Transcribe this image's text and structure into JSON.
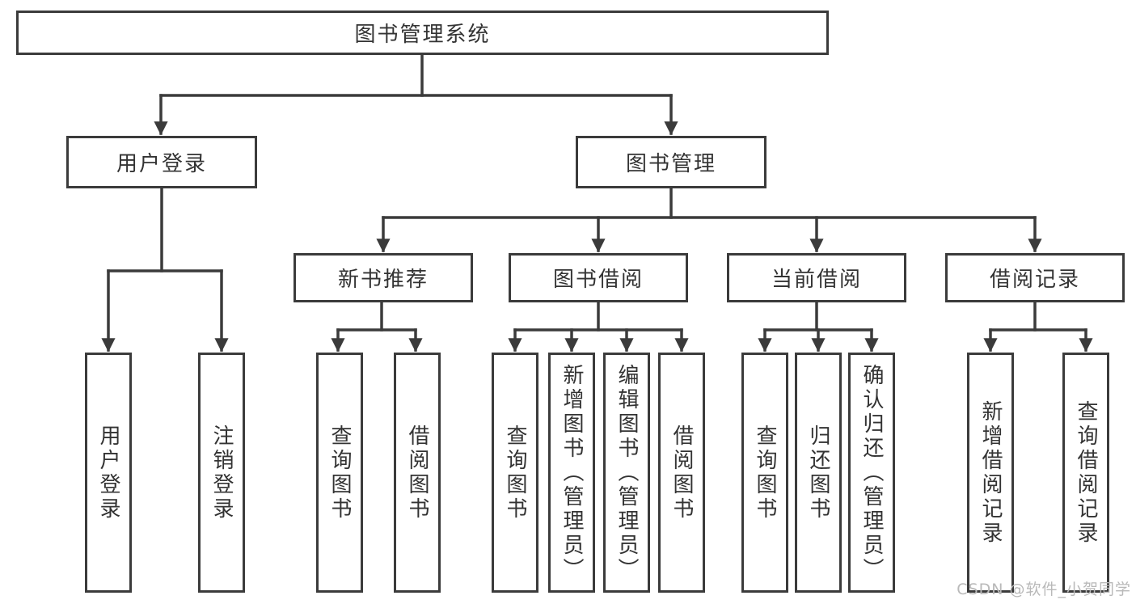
{
  "diagram": {
    "root": {
      "label": "图书管理系统"
    },
    "level2": [
      {
        "id": "user-login",
        "label": "用户登录",
        "parent": "图书管理系统"
      },
      {
        "id": "book-management",
        "label": "图书管理",
        "parent": "图书管理系统"
      }
    ],
    "level3": [
      {
        "id": "new-book-recommend",
        "label": "新书推荐",
        "parent": "图书管理"
      },
      {
        "id": "book-borrowing",
        "label": "图书借阅",
        "parent": "图书管理"
      },
      {
        "id": "current-borrowing",
        "label": "当前借阅",
        "parent": "图书管理"
      },
      {
        "id": "borrowing-records",
        "label": "借阅记录",
        "parent": "图书管理"
      }
    ],
    "leaves": [
      {
        "id": "user-login",
        "label": "用户登录",
        "parent": "用户登录"
      },
      {
        "id": "logout",
        "label": "注销登录",
        "parent": "用户登录"
      },
      {
        "id": "query-books-recommend",
        "label": "查询图书",
        "parent": "新书推荐"
      },
      {
        "id": "borrow-books-recommend",
        "label": "借阅图书",
        "parent": "新书推荐"
      },
      {
        "id": "query-books-borrowing",
        "label": "查询图书",
        "parent": "图书借阅"
      },
      {
        "id": "add-book-admin",
        "label": "新增图书（管理员）",
        "parent": "图书借阅"
      },
      {
        "id": "edit-book-admin",
        "label": "编辑图书（管理员）",
        "parent": "图书借阅"
      },
      {
        "id": "borrow-books-borrowing",
        "label": "借阅图书",
        "parent": "图书借阅"
      },
      {
        "id": "query-books-current",
        "label": "查询图书",
        "parent": "当前借阅"
      },
      {
        "id": "return-books",
        "label": "归还图书",
        "parent": "当前借阅"
      },
      {
        "id": "confirm-return-admin",
        "label": "确认归还（管理员）",
        "parent": "当前借阅"
      },
      {
        "id": "add-borrow-record",
        "label": "新增借阅记录",
        "parent": "借阅记录"
      },
      {
        "id": "query-borrow-record",
        "label": "查询借阅记录",
        "parent": "借阅记录"
      }
    ],
    "watermark": "CSDN @软件_小贺同学",
    "colors": {
      "line": "#3b3b3b",
      "text": "#333333",
      "watermark": "#b9b9b9",
      "background": "#ffffff"
    }
  }
}
